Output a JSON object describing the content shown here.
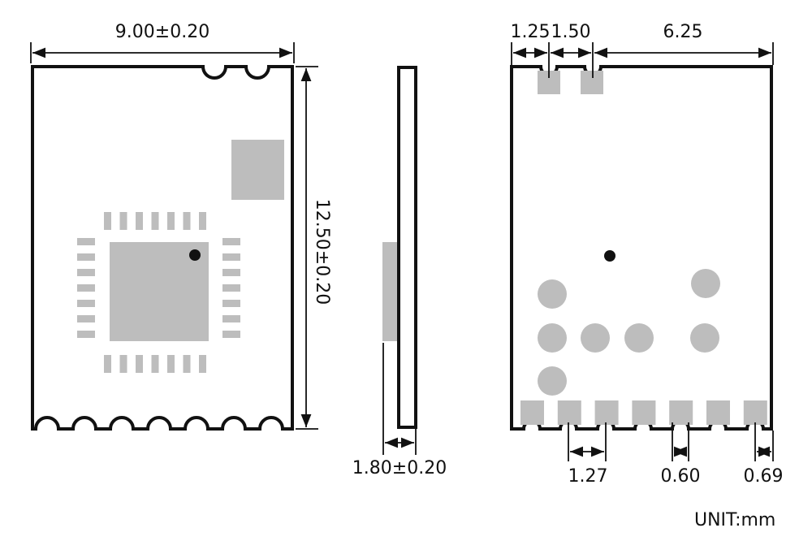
{
  "dimensions": {
    "width": "9.00±0.20",
    "height": "12.50±0.20",
    "thickness": "1.80±0.20",
    "offset_a": "1.25",
    "offset_b": "1.50",
    "offset_c": "6.25",
    "pitch": "1.27",
    "slot_width": "0.60",
    "edge_slot": "0.69"
  },
  "unit_label": "UNIT:mm",
  "colors": {
    "outline": "#111111",
    "pad": "#bdbdbd"
  }
}
